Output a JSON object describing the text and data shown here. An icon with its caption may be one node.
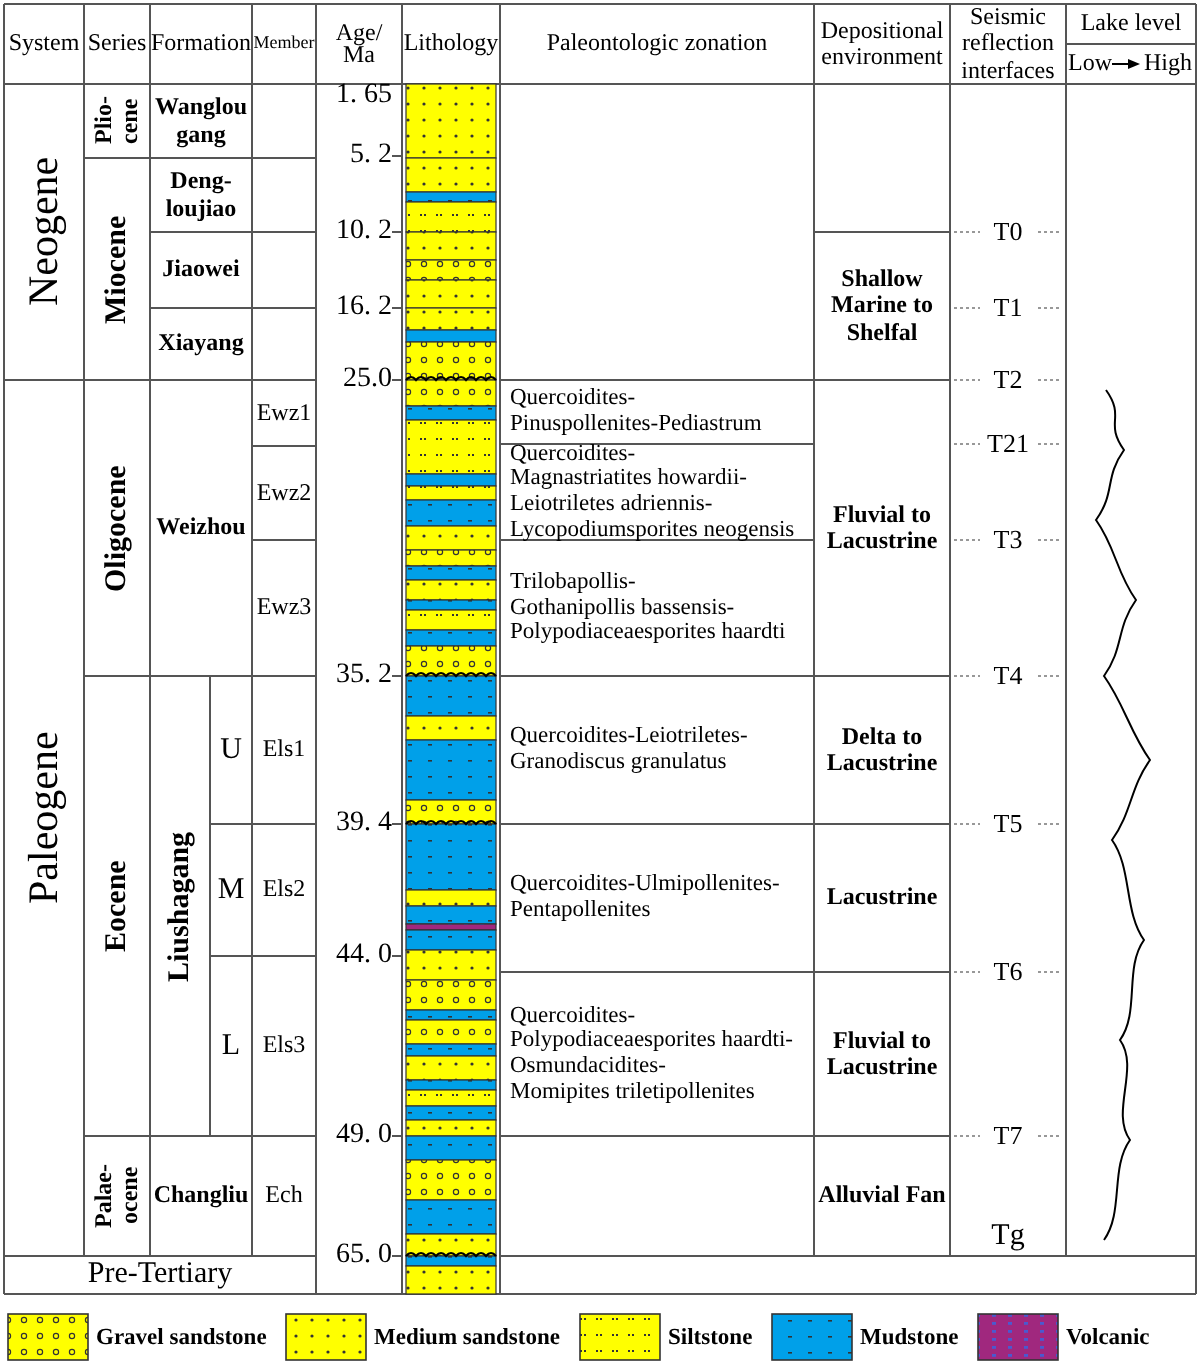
{
  "diagram": {
    "labels": [
      "System",
      "Series",
      "Formation",
      "Member",
      "Age/ Ma",
      "Lithology",
      "Paleontologic zonation",
      "Depositional environment",
      "Seismic reflection interfaces",
      "Lake level",
      "Low",
      "High",
      "Neogene",
      "Plio- cene",
      "Wanglou gang",
      "1. 65",
      "5. 2",
      "Miocene",
      "Deng- loujiao",
      "10. 2",
      "T0",
      "Jiaowei",
      "Shallow Marine to Shelfal",
      "16. 2",
      "T1",
      "Xiayang",
      "25.0",
      "T2",
      "Paleogene",
      "Oligocene",
      "Ewz1",
      "Quercoidites- Pinuspollenites-Pediastrum",
      "T21",
      "Weizhou",
      "Ewz2",
      "Quercoidites- Magnastriatites howardii- Leiotriletes adriennis- Lycopodiumsporites neogensis",
      "Fluvial to Lacustrine",
      "T3",
      "Ewz3",
      "Trilobapollis- Gothanipollis bassensis- Polypodiaceaesporites haardti",
      "35. 2",
      "T4",
      "U",
      "Els1",
      "Quercoidites-Leiotriletes- Granodiscus granulatus",
      "Delta to Lacustrine",
      "Eocene",
      "Liushagang",
      "39. 4",
      "T5",
      "M",
      "Els2",
      "Quercoidites-Ulmipollenites- Pentapollenites",
      "Lacustrine",
      "44. 0",
      "T6",
      "L",
      "Els3",
      "Quercoidites- Polypodiaceaesporites haardti- Osmundacidites- Momipites triletipollenites",
      "Fluvial to Lacustrine",
      "49. 0",
      "T7",
      "Palae- ocene",
      "Changliu",
      "Ech",
      "Alluvial Fan",
      "Tg",
      "Pre-Tertiary",
      "65. 0"
    ],
    "legend": [
      {
        "text": "Gravel sandstone",
        "color": "#ffff00"
      },
      {
        "text": "Medium sandstone",
        "color": "#ffff00"
      },
      {
        "text": "Siltstone",
        "color": "#ffff00"
      },
      {
        "text": "Mudstone",
        "color": "#00a0e9"
      },
      {
        "text": "Volcanic",
        "color": "#a0287e"
      }
    ]
  }
}
